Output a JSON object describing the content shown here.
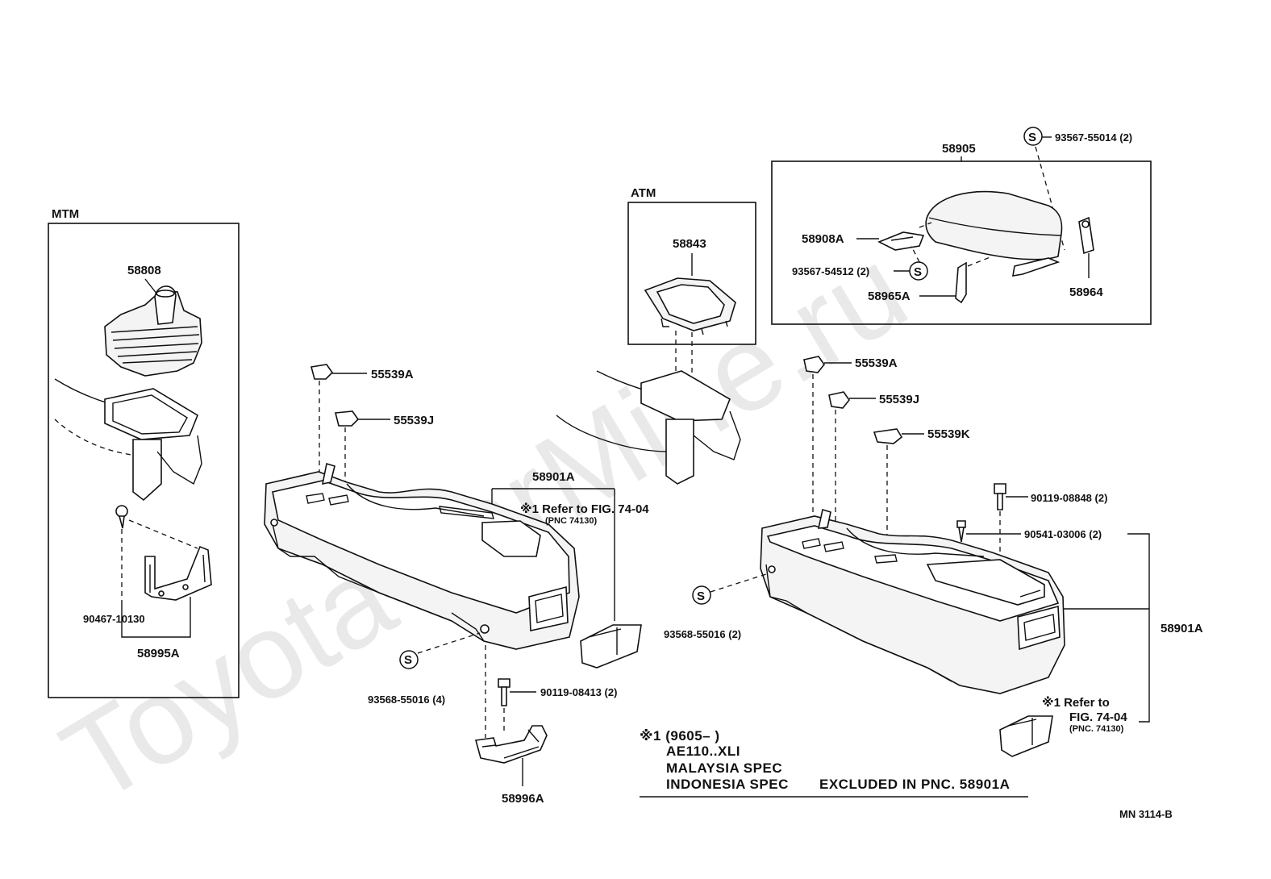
{
  "watermark": "ToyotaCarMine.ru",
  "code": "MN  3114-B",
  "groups": {
    "mtm": "MTM",
    "atm": "ATM"
  },
  "symbol": "S",
  "parts": {
    "p58808": "58808",
    "p58843": "58843",
    "p58905": "58905",
    "p93567_55014": "93567-55014 (2)",
    "p58908A": "58908A",
    "p93567_54512": "93567-54512 (2)",
    "p58965A": "58965A",
    "p58964": "58964",
    "p55539A_l": "55539A",
    "p55539J_l": "55539J",
    "p55539A_r": "55539A",
    "p55539J_r": "55539J",
    "p55539K": "55539K",
    "p58901A_l": "58901A",
    "p58901A_r": "58901A",
    "p90467": "90467-10130",
    "p58995A": "58995A",
    "p93568_l": "93568-55016 (4)",
    "p90119_08413": "90119-08413 (2)",
    "p58996A": "58996A",
    "p93568_r": "93568-55016 (2)",
    "p90119_08848": "90119-08848 (2)",
    "p90541": "90541-03006 (2)"
  },
  "refs": {
    "left_line1": "※1 Refer  to  FIG. 74-04",
    "left_line2": "(PNC 74130)",
    "right_line1": "※1 Refer  to",
    "right_line2": "FIG. 74-04",
    "right_line3": "(PNC. 74130)"
  },
  "note": {
    "line1": "※1 (9605–         )",
    "line2": "AE110..XLI",
    "line3": "MALAYSIA SPEC",
    "line4": "INDONESIA SPEC",
    "excluded": "EXCLUDED  IN  PNC. 58901A"
  }
}
